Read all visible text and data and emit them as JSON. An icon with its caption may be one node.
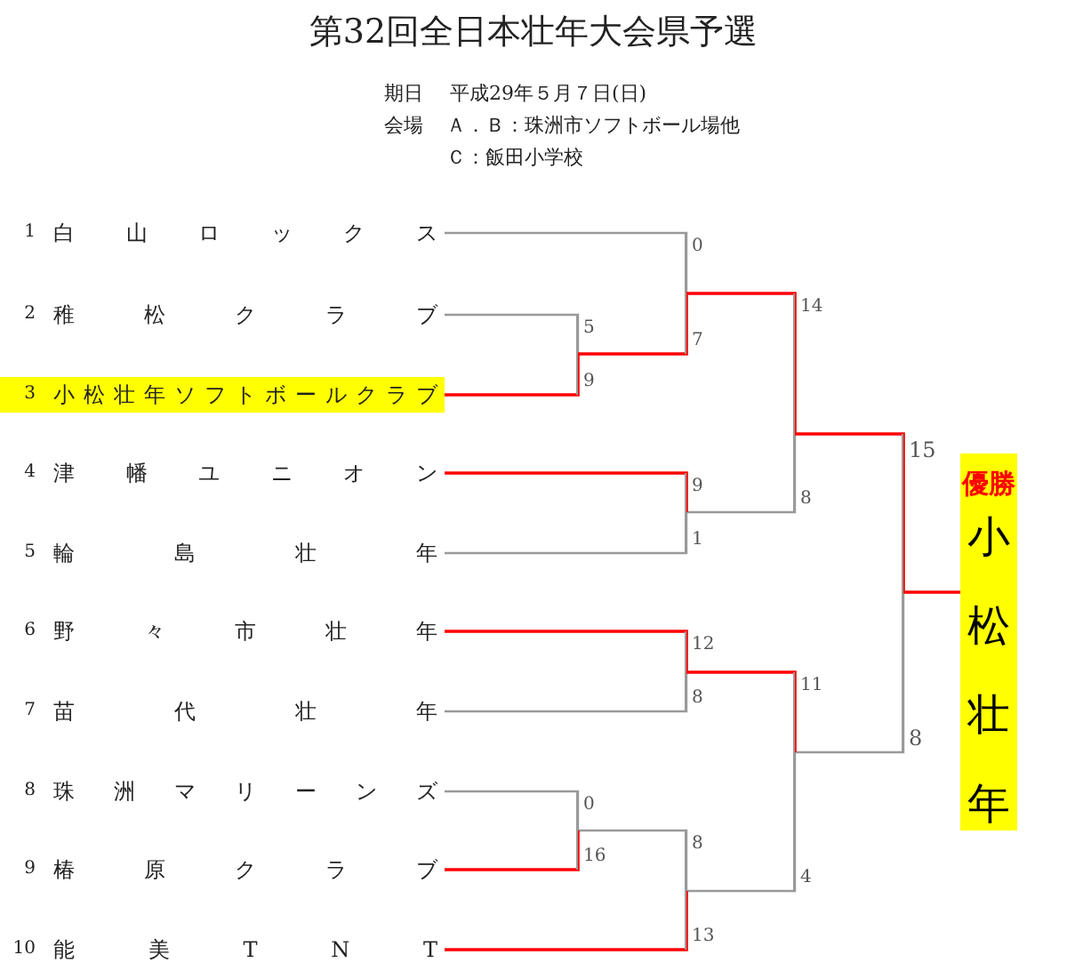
{
  "diagram": {
    "title": "第32回全日本壮年大会県予選",
    "nodes": [
      {
        "text": [
          "1",
          "白山ロックス"
        ]
      },
      {
        "text": [
          "2",
          "稚松クラブ"
        ]
      },
      {
        "text": [
          "3",
          "小松壮年ソフトボールクラブ"
        ]
      },
      {
        "text": [
          "4",
          "津幡ユニオン"
        ]
      },
      {
        "text": [
          "5",
          "輪島壮年"
        ]
      },
      {
        "text": [
          "6",
          "野々市壮年"
        ]
      },
      {
        "text": [
          "7",
          "苗代壮年"
        ]
      },
      {
        "text": [
          "8",
          "珠洲マリーンズ"
        ]
      },
      {
        "text": [
          "9",
          "椿原クラブ"
        ]
      },
      {
        "text": [
          "10",
          "能美TNT"
        ]
      },
      {
        "text": [],
        "shape": "bar"
      },
      {
        "text": [],
        "shape": "bar"
      },
      {
        "text": [],
        "shape": "bar"
      },
      {
        "text": [],
        "shape": "bar"
      },
      {
        "text": [],
        "shape": "bar"
      },
      {
        "text": [],
        "shape": "bar"
      },
      {
        "text": [],
        "shape": "bar"
      },
      {
        "text": [],
        "shape": "bar"
      },
      {
        "text": [],
        "shape": "bar"
      },
      {
        "text": [
          "優勝",
          "小松壮年"
        ]
      }
    ],
    "edges": [
      {
        "from": 1,
        "to": 10,
        "arrow": "none",
        "label": "5",
        "color": "#999999"
      },
      {
        "from": 2,
        "to": 10,
        "arrow": "none",
        "label": "9"
      },
      {
        "from": 0,
        "to": 11,
        "arrow": "none",
        "label": "0",
        "color": "#999999"
      },
      {
        "from": 10,
        "to": 11,
        "arrow": "none",
        "label": "7"
      },
      {
        "from": 3,
        "to": 12,
        "arrow": "none",
        "label": "9"
      },
      {
        "from": 4,
        "to": 12,
        "arrow": "none",
        "label": "1",
        "color": "#999999"
      },
      {
        "from": 11,
        "to": 13,
        "arrow": "none",
        "label": "14"
      },
      {
        "from": 12,
        "to": 13,
        "arrow": "none",
        "label": "8",
        "color": "#999999"
      },
      {
        "from": 5,
        "to": 14,
        "arrow": "none",
        "label": "12"
      },
      {
        "from": 6,
        "to": 14,
        "arrow": "none",
        "label": "8",
        "color": "#999999"
      },
      {
        "from": 7,
        "to": 15,
        "arrow": "none",
        "label": "0",
        "color": "#999999"
      },
      {
        "from": 8,
        "to": 15,
        "arrow": "none",
        "label": "16"
      },
      {
        "from": 15,
        "to": 16,
        "arrow": "none",
        "label": "8",
        "color": "#999999"
      },
      {
        "from": 9,
        "to": 16,
        "arrow": "none",
        "label": "13"
      },
      {
        "from": 14,
        "to": 17,
        "arrow": "none",
        "label": "11"
      },
      {
        "from": 16,
        "to": 17,
        "arrow": "none",
        "label": "4",
        "color": "#999999"
      },
      {
        "from": 13,
        "to": 18,
        "arrow": "none",
        "label": "15"
      },
      {
        "from": 17,
        "to": 18,
        "arrow": "none",
        "label": "8",
        "color": "#999999"
      },
      {
        "from": 18,
        "to": 19,
        "arrow": "none"
      }
    ],
    "labels": [
      "期日",
      "平成29年５月７日(日)",
      "会場",
      "Ａ．Ｂ：珠洲市ソフトボール場他",
      "Ｃ：飯田小学校"
    ]
  }
}
